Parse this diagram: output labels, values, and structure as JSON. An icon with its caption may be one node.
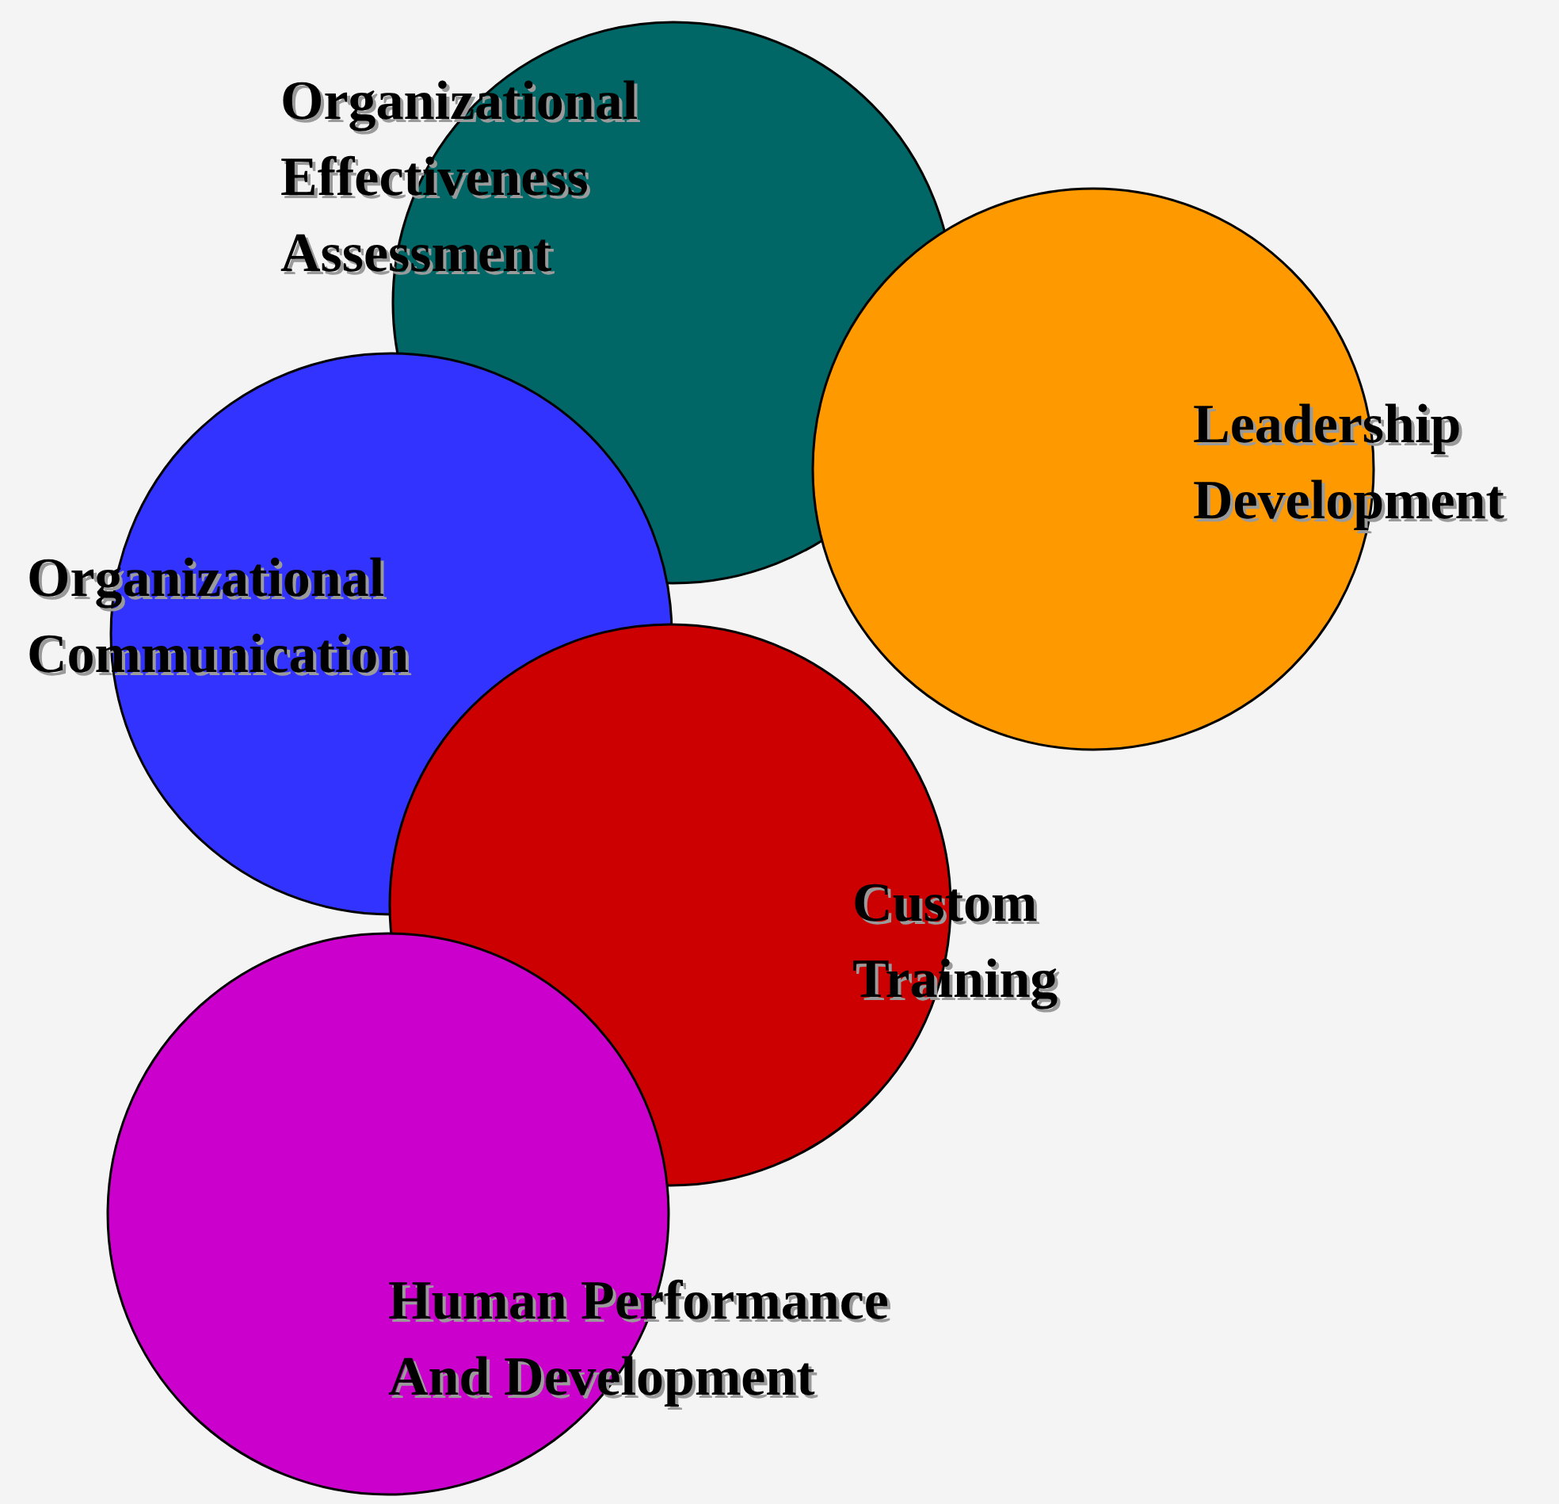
{
  "diagram": {
    "nodes": [
      {
        "text": [
          "Organizational Effectiveness Assessment"
        ]
      },
      {
        "text": [
          "Leadership Development"
        ]
      },
      {
        "text": [
          "Organizational Communication"
        ]
      },
      {
        "text": [
          "Custom Training"
        ]
      },
      {
        "text": [
          "Human Performance And Development"
        ]
      }
    ]
  }
}
